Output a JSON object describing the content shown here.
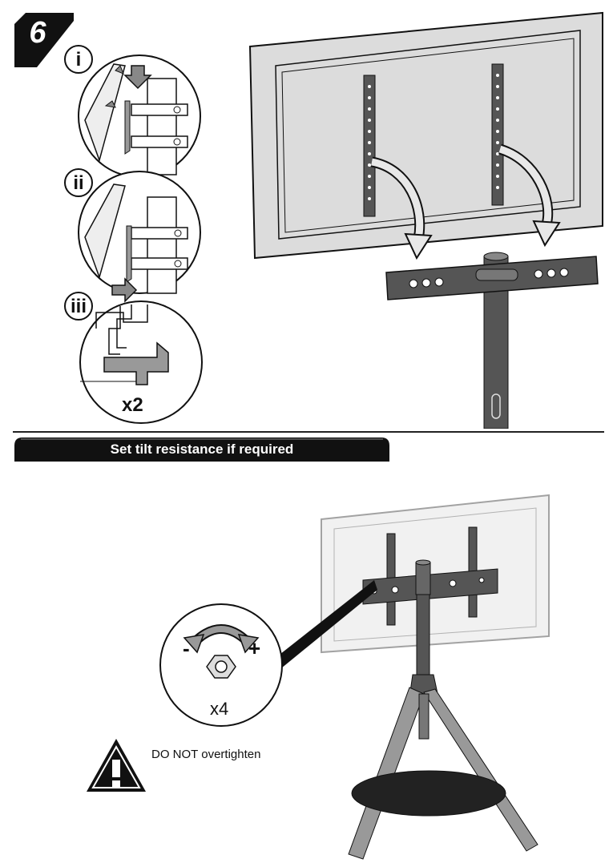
{
  "step": {
    "number": "6"
  },
  "substeps": [
    {
      "label": "i"
    },
    {
      "label": "ii"
    },
    {
      "label": "iii"
    }
  ],
  "detail_iii": {
    "quantity": "x2"
  },
  "section": {
    "title": "Set tilt resistance if required"
  },
  "tilt_detail": {
    "minus": "-",
    "plus": "+",
    "quantity": "x4"
  },
  "warning": {
    "text": "DO NOT overtighten"
  },
  "colors": {
    "ink": "#111111",
    "panel_gray": "#dcdcdc",
    "pole_gray": "#555555",
    "light_gray": "#e6e6e6"
  }
}
